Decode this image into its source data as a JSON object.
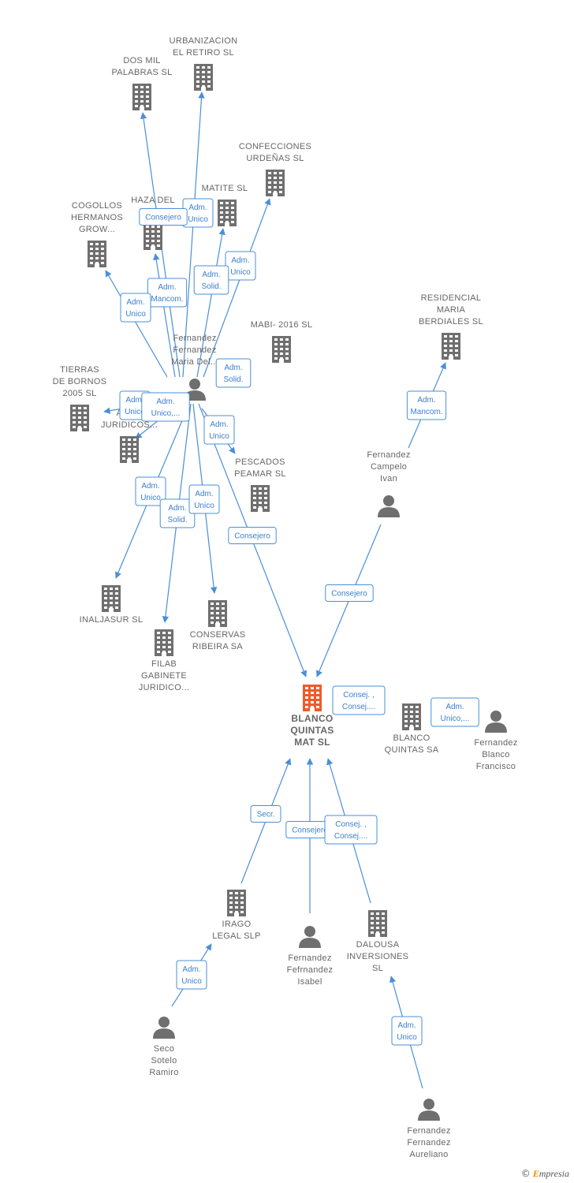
{
  "colors": {
    "edge": "#4a8fd8",
    "node": "#6f6f6f",
    "center": "#f05a28"
  },
  "nodes": [
    {
      "id": "urbanizacion",
      "type": "company",
      "label": [
        "URBANIZACION",
        "EL RETIRO SL"
      ]
    },
    {
      "id": "dosmil",
      "type": "company",
      "label": [
        "DOS MIL",
        "PALABRAS  SL"
      ]
    },
    {
      "id": "confecciones",
      "type": "company",
      "label": [
        "CONFECCIONES",
        "URDEÑAS SL"
      ]
    },
    {
      "id": "matite",
      "type": "company",
      "label": [
        "MATITE  SL"
      ]
    },
    {
      "id": "haza",
      "type": "company",
      "label": [
        "HAZA DEL",
        "MAR..."
      ]
    },
    {
      "id": "cogollos",
      "type": "company",
      "label": [
        "COGOLLOS",
        "HERMANOS",
        "GROW..."
      ]
    },
    {
      "id": "mabi",
      "type": "company",
      "label": [
        "MABI- 2016  SL"
      ]
    },
    {
      "id": "residencial",
      "type": "company",
      "label": [
        "RESIDENCIAL",
        "MARIA",
        "BERDIALES  SL"
      ]
    },
    {
      "id": "ffmaria",
      "type": "person",
      "label": [
        "Fernandez",
        "Fernandez",
        "Maria Del..."
      ]
    },
    {
      "id": "tierras",
      "type": "company",
      "label": [
        "TIERRAS",
        "DE BORNOS",
        "2005  SL"
      ]
    },
    {
      "id": "asesores",
      "type": "company",
      "label": [
        "ASE...",
        "JURIDICOS..."
      ]
    },
    {
      "id": "pescados",
      "type": "company",
      "label": [
        "PESCADOS",
        "PEAMAR SL"
      ]
    },
    {
      "id": "fcivan",
      "type": "person",
      "label": [
        "Fernandez",
        "Campelo",
        "Ivan"
      ]
    },
    {
      "id": "inaljasur",
      "type": "company",
      "label": [
        "INALJASUR  SL"
      ]
    },
    {
      "id": "conservas",
      "type": "company",
      "label": [
        "CONSERVAS",
        "RIBEIRA SA"
      ]
    },
    {
      "id": "filab",
      "type": "company",
      "label": [
        "FILAB",
        "GABINETE",
        "JURIDICO..."
      ]
    },
    {
      "id": "center",
      "type": "center",
      "label": [
        "BLANCO",
        "QUINTAS",
        "MAT  SL"
      ]
    },
    {
      "id": "bqsa",
      "type": "company",
      "label": [
        "BLANCO",
        "QUINTAS SA"
      ]
    },
    {
      "id": "fbfrancisco",
      "type": "person",
      "label": [
        "Fernandez",
        "Blanco",
        "Francisco"
      ]
    },
    {
      "id": "irago",
      "type": "company",
      "label": [
        "IRAGO",
        "LEGAL SLP"
      ]
    },
    {
      "id": "ffisabel",
      "type": "person",
      "label": [
        "Fernandez",
        "Fefrnandez",
        "Isabel"
      ]
    },
    {
      "id": "dalousa",
      "type": "company",
      "label": [
        "DALOUSA",
        "INVERSIONES",
        "SL"
      ]
    },
    {
      "id": "seco",
      "type": "person",
      "label": [
        "Seco",
        "Sotelo",
        "Ramiro"
      ]
    },
    {
      "id": "ffaureliano",
      "type": "person",
      "label": [
        "Fernandez",
        "Fernandez",
        "Aureliano"
      ]
    }
  ],
  "edges": [
    {
      "from": "ffmaria",
      "to": "urbanizacion",
      "label": [
        "Adm.",
        "Unico"
      ]
    },
    {
      "from": "ffmaria",
      "to": "dosmil",
      "label": [
        "Consejero"
      ]
    },
    {
      "from": "ffmaria",
      "to": "confecciones",
      "label": [
        "Adm.",
        "Unico"
      ]
    },
    {
      "from": "ffmaria",
      "to": "matite",
      "label": [
        "Adm.",
        "Solid."
      ]
    },
    {
      "from": "ffmaria",
      "to": "haza",
      "label": [
        "Adm.",
        "Mancom."
      ]
    },
    {
      "from": "ffmaria",
      "to": "cogollos",
      "label": [
        "Adm.",
        "Unico"
      ]
    },
    {
      "from": "ffmaria",
      "to": "mabi",
      "label": [
        "Adm.",
        "Solid."
      ]
    },
    {
      "from": "ffmaria",
      "to": "tierras",
      "label": [
        "Adm.",
        "Unico"
      ]
    },
    {
      "from": "ffmaria",
      "to": "asesores",
      "label": [
        "Adm.",
        "Unico,..."
      ]
    },
    {
      "from": "ffmaria",
      "to": "pescados",
      "label": [
        "Adm.",
        "Unico"
      ]
    },
    {
      "from": "ffmaria",
      "to": "inaljasur",
      "label": [
        "Adm.",
        "Unico"
      ]
    },
    {
      "from": "ffmaria",
      "to": "filab",
      "label": [
        "Adm.",
        "Solid."
      ]
    },
    {
      "from": "ffmaria",
      "to": "conservas",
      "label": [
        "Adm.",
        "Unico"
      ]
    },
    {
      "from": "ffmaria",
      "to": "center",
      "label": [
        "Consejero"
      ]
    },
    {
      "from": "fcivan",
      "to": "residencial",
      "label": [
        "Adm.",
        "Mancom."
      ]
    },
    {
      "from": "fcivan",
      "to": "center",
      "label": [
        "Consejero"
      ]
    },
    {
      "from": "bqsa",
      "to": "center",
      "label": [
        "Consej. ,",
        "Consej...."
      ]
    },
    {
      "from": "fbfrancisco",
      "to": "bqsa",
      "label": [
        "Adm.",
        "Unico,..."
      ]
    },
    {
      "from": "irago",
      "to": "center",
      "label": [
        "Secr."
      ]
    },
    {
      "from": "ffisabel",
      "to": "center",
      "label": [
        "Consejero"
      ]
    },
    {
      "from": "dalousa",
      "to": "center",
      "label": [
        "Consej. ,",
        "Consej...."
      ]
    },
    {
      "from": "seco",
      "to": "irago",
      "label": [
        "Adm.",
        "Unico"
      ]
    },
    {
      "from": "ffaureliano",
      "to": "dalousa",
      "label": [
        "Adm.",
        "Unico"
      ]
    }
  ],
  "copyright": {
    "symbol": "©",
    "brand_initial": "E",
    "brand_rest": "mpresia"
  }
}
